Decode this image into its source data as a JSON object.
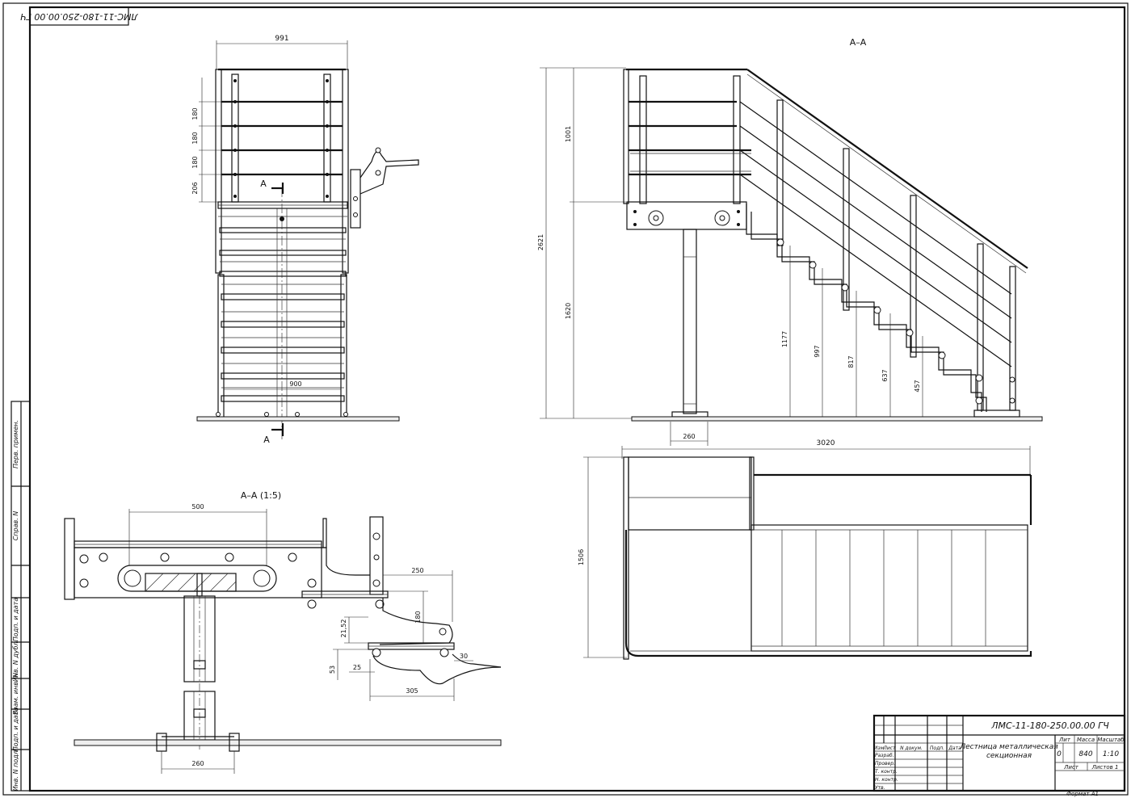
{
  "drawing": {
    "stamp_top": "ЛМС-11-180-250.00.00 ГЧ",
    "title_block": {
      "designation": "ЛМС-11-180-250.00.00 ГЧ",
      "name_line1": "Лестница металлическая",
      "name_line2": "секционная",
      "hdr_izm": "Изм",
      "hdr_list": "Лист",
      "hdr_ndokum": "N докум.",
      "hdr_podp": "Подп.",
      "hdr_data": "Дата",
      "razrab": "Разраб.",
      "prover": "Провер.",
      "tkontr": "Т. контр.",
      "nkontr": "Н. контр.",
      "utv": "Утв.",
      "lit_label": "Лит",
      "mass_label": "Масса",
      "scale_label": "Масштаб",
      "lit_value": "0",
      "mass_value": "840",
      "scale_value": "1:10",
      "sheet_label": "Лист",
      "sheets_label": "Листов 1",
      "format": "Формат А1"
    },
    "side_strip": [
      "Перв. примен.",
      "Справ. N",
      "Подп. и дата",
      "Инв. N дубл.",
      "Взам. инв. N",
      "Подп. и дата",
      "Инв. N подл."
    ],
    "views": {
      "front": {
        "width": "991",
        "spacing_1": "180",
        "spacing_2": "180",
        "spacing_3": "180",
        "spacing_4": "206",
        "base_width": "900",
        "section_mark_top": "А",
        "section_mark_bottom": "А"
      },
      "side": {
        "title": "А–А",
        "total_height": "2621",
        "rail_height": "1001",
        "platform_height": "1620",
        "step_1": "1177",
        "step_2": "997",
        "step_3": "817",
        "step_4": "637",
        "step_5": "457",
        "post_base": "260"
      },
      "plan": {
        "length": "3020",
        "width": "1506"
      },
      "detail": {
        "title": "А–А (1:5)",
        "dim_500": "500",
        "dim_250": "250",
        "dim_180": "180",
        "dim_2152": "21,52",
        "dim_25": "25",
        "dim_53": "53",
        "dim_30": "30",
        "dim_305": "305",
        "dim_260": "260"
      }
    }
  }
}
